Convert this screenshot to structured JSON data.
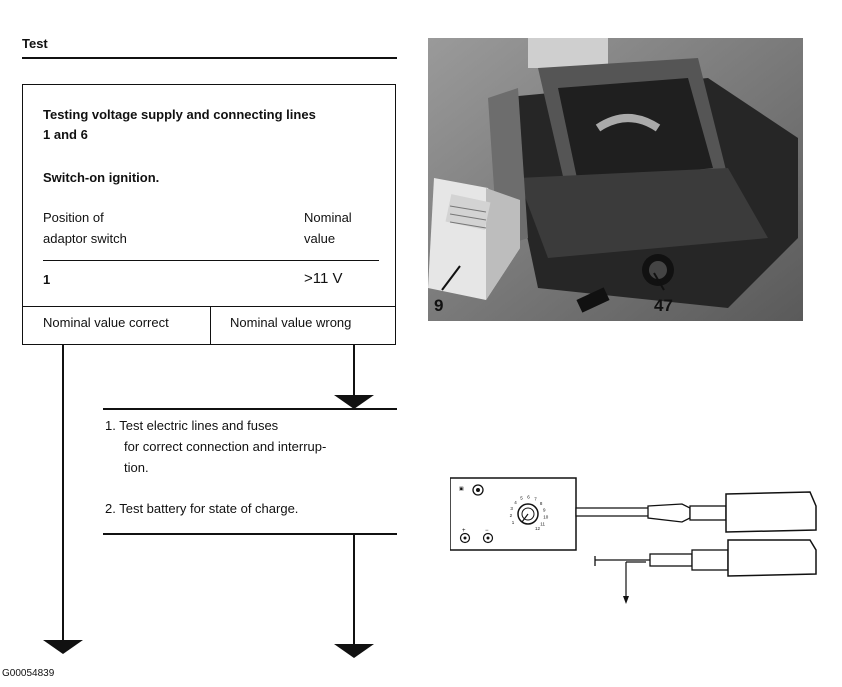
{
  "header": {
    "title": "Test"
  },
  "box": {
    "heading_line1": "Testing voltage supply and connecting lines",
    "heading_line2": "1 and 6",
    "instruction": "Switch-on ignition.",
    "col1_header_line1": "Position of",
    "col1_header_line2": "adaptor switch",
    "col2_header_line1": "Nominal",
    "col2_header_line2": "value",
    "position_value": "1",
    "nominal_value": ">11 V",
    "result_correct": "Nominal value correct",
    "result_wrong": "Nominal value wrong"
  },
  "steps": {
    "step1_line1": "1.  Test electric lines and fuses",
    "step1_line2": "for correct connection and interrup-",
    "step1_line3": "tion.",
    "step2": "2.  Test battery for state of charge."
  },
  "photo": {
    "label_left": "9",
    "label_right": "47"
  },
  "meter": {
    "dial_numbers": [
      "1",
      "2",
      "3",
      "4",
      "5",
      "6",
      "7",
      "8",
      "9",
      "10",
      "11",
      "12"
    ]
  },
  "footer": {
    "code": "G00054839"
  }
}
